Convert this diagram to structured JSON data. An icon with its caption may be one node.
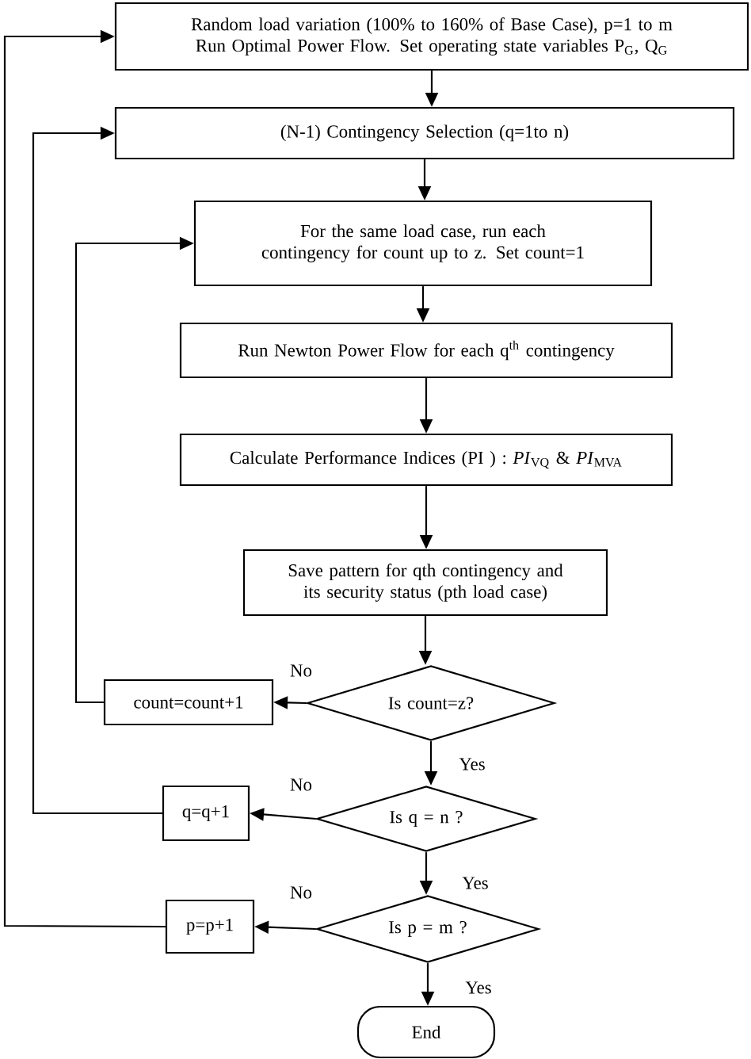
{
  "diagram": {
    "nodes": [
      {
        "text": [
          "Random load variation (100% to 160% of Base Case),  p=1 to m",
          "Run Optimal Power Flow. Set operating state variables P$_{G}$, Q$_{G}$"
        ]
      },
      {
        "text": [
          "(N-1) Contingency Selection (q=1to n)"
        ]
      },
      {
        "text": [
          "For the same load case, run each contingency for count up to z. Set count=1"
        ]
      },
      {
        "text": [
          "Run Newton Power Flow for each q$^{th}$ contingency"
        ]
      },
      {
        "text": [
          "Calculate Performance Indices (PI ) :  *PI*$_{VQ}$ & *PI*$_{MVA}$"
        ]
      },
      {
        "text": [
          "Save pattern for qth contingency and its security status (pth load case)"
        ]
      },
      {
        "text": [
          "Is count=z?"
        ]
      },
      {
        "text": [
          "count=count+1"
        ]
      },
      {
        "text": [
          "Is q = n ?"
        ]
      },
      {
        "text": [
          "q=q+1"
        ]
      },
      {
        "text": [
          "Is p = m ?"
        ]
      },
      {
        "text": [
          "p=p+1"
        ]
      },
      {
        "text": [
          "End"
        ]
      }
    ],
    "edges": [
      {
        "from": 0,
        "to": 1,
        "arrow": "to"
      },
      {
        "from": 1,
        "to": 2,
        "arrow": "to"
      },
      {
        "from": 2,
        "to": 3,
        "arrow": "to"
      },
      {
        "from": 3,
        "to": 4,
        "arrow": "to"
      },
      {
        "from": 4,
        "to": 5,
        "arrow": "to"
      },
      {
        "from": 5,
        "to": 6,
        "arrow": "to"
      },
      {
        "from": 6,
        "to": 7,
        "arrow": "to",
        "label": "No"
      },
      {
        "from": 7,
        "to": 2,
        "arrow": "to"
      },
      {
        "from": 6,
        "to": 8,
        "arrow": "to",
        "label": "Yes"
      },
      {
        "from": 8,
        "to": 9,
        "arrow": "to",
        "label": "No"
      },
      {
        "from": 9,
        "to": 1,
        "arrow": "to"
      },
      {
        "from": 8,
        "to": 10,
        "arrow": "to",
        "label": "Yes"
      },
      {
        "from": 10,
        "to": 11,
        "arrow": "to",
        "label": "No"
      },
      {
        "from": 11,
        "to": 0,
        "arrow": "to"
      },
      {
        "from": 10,
        "to": 12,
        "arrow": "to",
        "label": "Yes"
      }
    ]
  }
}
